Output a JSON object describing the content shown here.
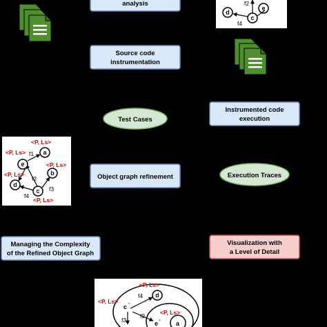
{
  "process_boxes": {
    "analysis": "analysis",
    "source_code_line1": "Source code",
    "source_code_line2": "instrumentation",
    "instrumented_line1": "Instrumented code",
    "instrumented_line2": "execution",
    "refinement": "Object graph refinement",
    "managing_line1": "Managing the Complexity",
    "managing_line2": "of the Refined Object Graph",
    "visualization_line1": "Visualization with",
    "visualization_line2": "a Level of Detail"
  },
  "artifacts": {
    "test_cases": "Test Cases",
    "execution_traces": "Execution Traces"
  },
  "graph_top": {
    "nodes": [
      "d",
      "c",
      "e"
    ],
    "edges": [
      "f2",
      "f4"
    ]
  },
  "graph_left": {
    "nodes": [
      "e",
      "a",
      "b",
      "d",
      "c"
    ],
    "edges": [
      "f1",
      "f2",
      "f3",
      "f4"
    ],
    "annotations": [
      "<P, Ls>",
      "<P, Ls>",
      "<P, Ls>",
      "<P, Ls>",
      "<P, Ls>"
    ]
  },
  "graph_bottom": {
    "nodes": [
      "c",
      "d",
      "e",
      "a"
    ],
    "edges": [
      "f4",
      "f3",
      "f2"
    ],
    "annotations": [
      "<P, Ls>",
      "<P, Ls>",
      "<P, Ls>"
    ],
    "superscripts": [
      "-",
      "-"
    ]
  },
  "colors": {
    "process_fill": "#dae8fc",
    "process_stroke": "#6c8ebf",
    "artifact_fill": "#d5e8d4",
    "artifact_stroke": "#82b366",
    "output_fill": "#f8cecc",
    "output_stroke": "#b85450",
    "doc_green": "#4e8f2e",
    "annotation_red": "#d40000"
  }
}
